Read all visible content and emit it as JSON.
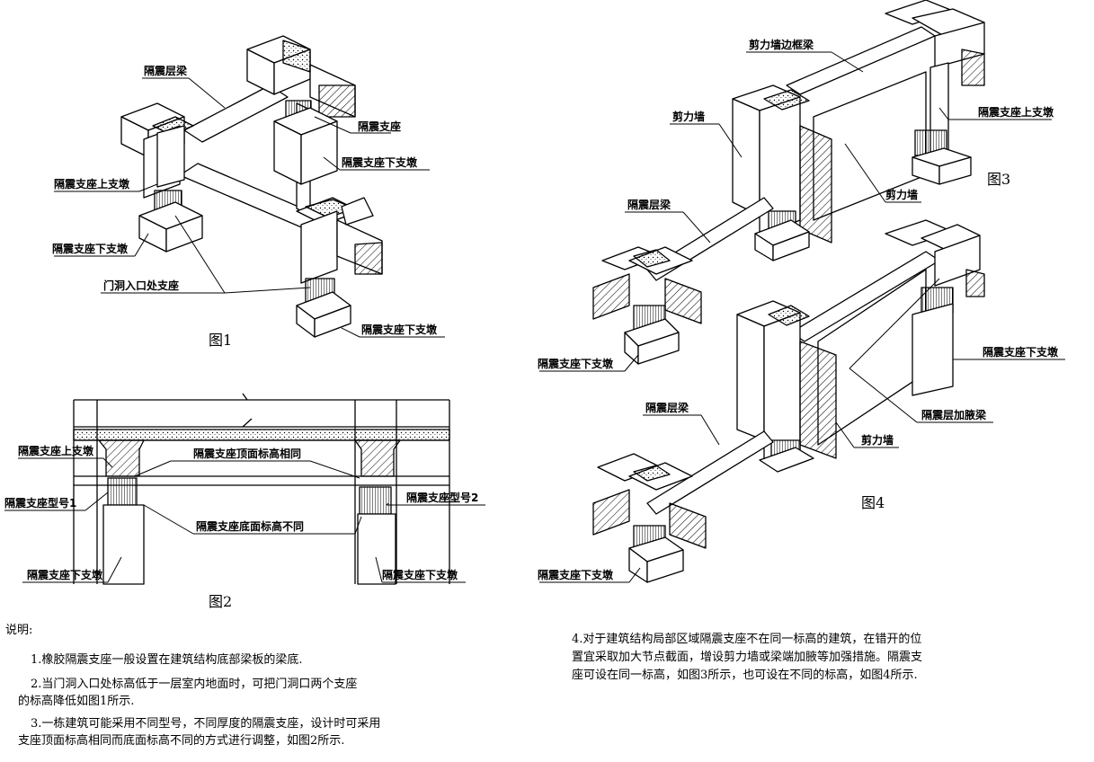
{
  "labels": {
    "isolation_layer_beam": "隔震层梁",
    "bearing": "隔震支座",
    "upper_pier": "隔震支座上支墩",
    "lower_pier": "隔震支座下支墩",
    "door_bearing": "门洞入口处支座",
    "shear_wall": "剪力墙",
    "shear_wall_edge_beam": "剪力墙边框梁",
    "haunch_beam": "隔震层加腋梁",
    "same_top": "隔震支座顶面标高相同",
    "diff_bottom": "隔震支座底面标高不同",
    "type1": "隔震支座型号1",
    "type2": "隔震支座型号2"
  },
  "figures": {
    "fig1": "图1",
    "fig2": "图2",
    "fig3": "图3",
    "fig4": "图4"
  },
  "notes": {
    "title": "说明:",
    "n1": "1.橡胶隔震支座一般设置在建筑结构底部梁板的梁底.",
    "n2a": "2.当门洞入口处标高低于一层室内地面时，可把门洞口两个支座",
    "n2b": "的标高降低如图1所示.",
    "n3a": "3.一栋建筑可能采用不同型号，不同厚度的隔震支座，设计时可采用",
    "n3b": "支座顶面标高相同而底面标高不同的方式进行调整，如图2所示.",
    "n4a": "4.对于建筑结构局部区域隔震支座不在同一标高的建筑，在错开的位",
    "n4b": "置宜采取加大节点截面，增设剪力墙或梁端加腋等加强措施。隔震支",
    "n4c": "座可设在同一标高，如图3所示，也可设在不同的标高，如图4所示."
  }
}
